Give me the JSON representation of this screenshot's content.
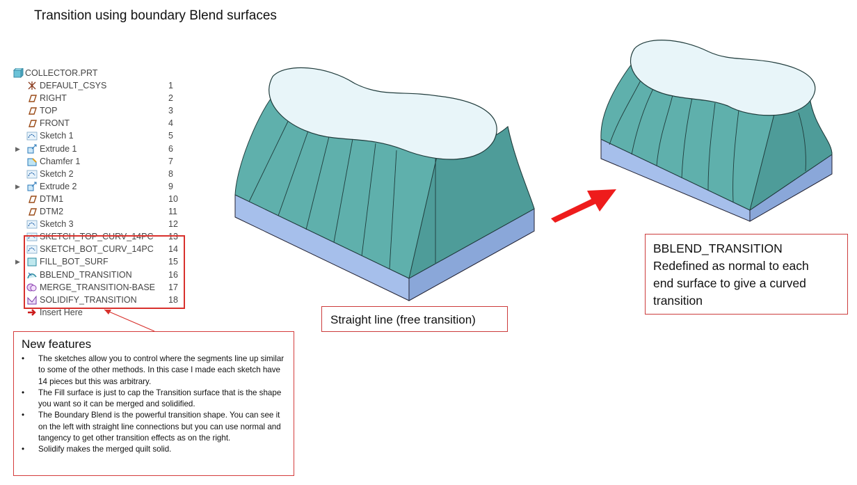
{
  "title": "Transition using boundary Blend surfaces",
  "model_tree": {
    "root": "COLLECTOR.PRT",
    "items": [
      {
        "label": "DEFAULT_CSYS",
        "num": "1",
        "icon": "csys-icon",
        "expand": false
      },
      {
        "label": "RIGHT",
        "num": "2",
        "icon": "datum-plane-icon",
        "expand": false
      },
      {
        "label": "TOP",
        "num": "3",
        "icon": "datum-plane-icon",
        "expand": false
      },
      {
        "label": "FRONT",
        "num": "4",
        "icon": "datum-plane-icon",
        "expand": false
      },
      {
        "label": "Sketch 1",
        "num": "5",
        "icon": "sketch-icon",
        "expand": false
      },
      {
        "label": "Extrude 1",
        "num": "6",
        "icon": "extrude-icon",
        "expand": true
      },
      {
        "label": "Chamfer 1",
        "num": "7",
        "icon": "chamfer-icon",
        "expand": false
      },
      {
        "label": "Sketch 2",
        "num": "8",
        "icon": "sketch-icon",
        "expand": false
      },
      {
        "label": "Extrude 2",
        "num": "9",
        "icon": "extrude-icon",
        "expand": true
      },
      {
        "label": "DTM1",
        "num": "10",
        "icon": "datum-plane-icon",
        "expand": false
      },
      {
        "label": "DTM2",
        "num": "11",
        "icon": "datum-plane-icon",
        "expand": false
      },
      {
        "label": "Sketch 3",
        "num": "12",
        "icon": "sketch-icon",
        "expand": false
      },
      {
        "label": "SKETCH_TOP_CURV_14PC",
        "num": "13",
        "icon": "sketch-icon",
        "expand": false
      },
      {
        "label": "SKETCH_BOT_CURV_14PC",
        "num": "14",
        "icon": "sketch-icon",
        "expand": false
      },
      {
        "label": "FILL_BOT_SURF",
        "num": "15",
        "icon": "fill-icon",
        "expand": true
      },
      {
        "label": "BBLEND_TRANSITION",
        "num": "16",
        "icon": "boundary-blend-icon",
        "expand": false
      },
      {
        "label": "MERGE_TRANSITION-BASE",
        "num": "17",
        "icon": "merge-icon",
        "expand": false
      },
      {
        "label": "SOLIDIFY_TRANSITION",
        "num": "18",
        "icon": "solidify-icon",
        "expand": false
      }
    ],
    "insert_here": "Insert Here"
  },
  "new_features": {
    "title": "New features",
    "bullets": [
      "The sketches allow you to control where the segments line up similar to some of the other methods.  In this case I made each sketch have 14 pieces but this was arbitrary.",
      "The Fill surface is just to cap the Transition surface that is the shape you want so it can be merged and solidified.",
      "The Boundary Blend is the powerful transition shape.  You can see it on the left with straight line connections but you can use normal and tangency to get other transition effects as on the right.",
      "Solidify makes the merged quilt solid."
    ]
  },
  "captions": {
    "left": "Straight line (free transition)",
    "right": [
      "BBLEND_TRANSITION",
      "Redefined as normal to each",
      "end surface to give a curved",
      "transition"
    ]
  },
  "colors": {
    "highlight": "#d8312c",
    "arrow": "#ee1c1c",
    "teal": "#5fb0ac",
    "base_blue": "#a6bfeb",
    "top_face": "#e8f5f9"
  }
}
